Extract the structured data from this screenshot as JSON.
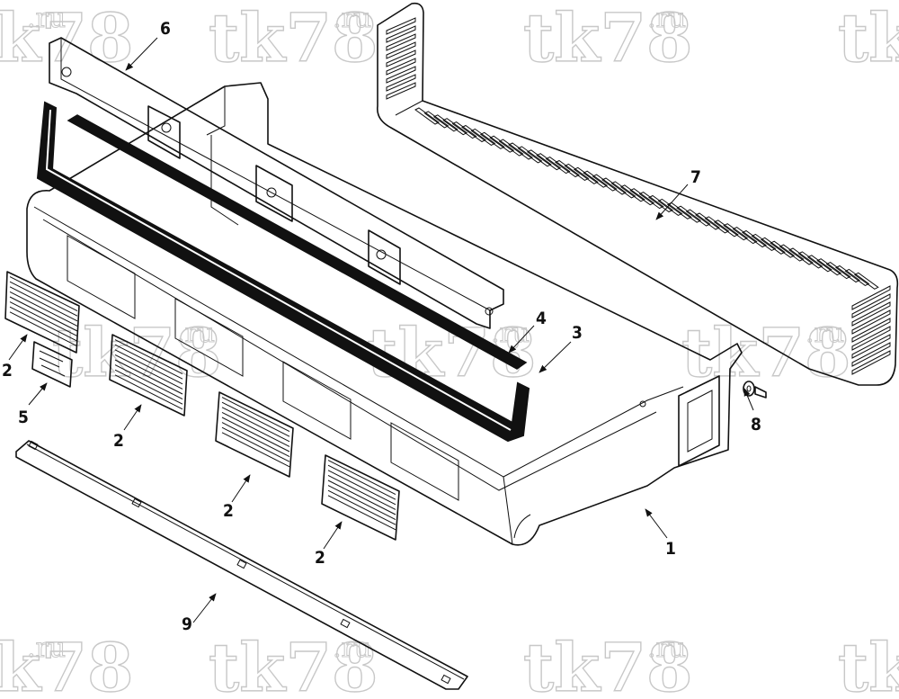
{
  "watermark": {
    "brand": "tk78",
    "suffix": ".ru"
  },
  "callouts": [
    {
      "id": "1",
      "label": "1"
    },
    {
      "id": "2",
      "label": "2"
    },
    {
      "id": "3",
      "label": "3"
    },
    {
      "id": "4",
      "label": "4"
    },
    {
      "id": "5",
      "label": "5"
    },
    {
      "id": "6",
      "label": "6"
    },
    {
      "id": "7",
      "label": "7"
    },
    {
      "id": "8",
      "label": "8"
    },
    {
      "id": "9",
      "label": "9"
    }
  ],
  "colors": {
    "line": "#111111",
    "watermark": "#c8c8c8",
    "background": "#ffffff"
  }
}
